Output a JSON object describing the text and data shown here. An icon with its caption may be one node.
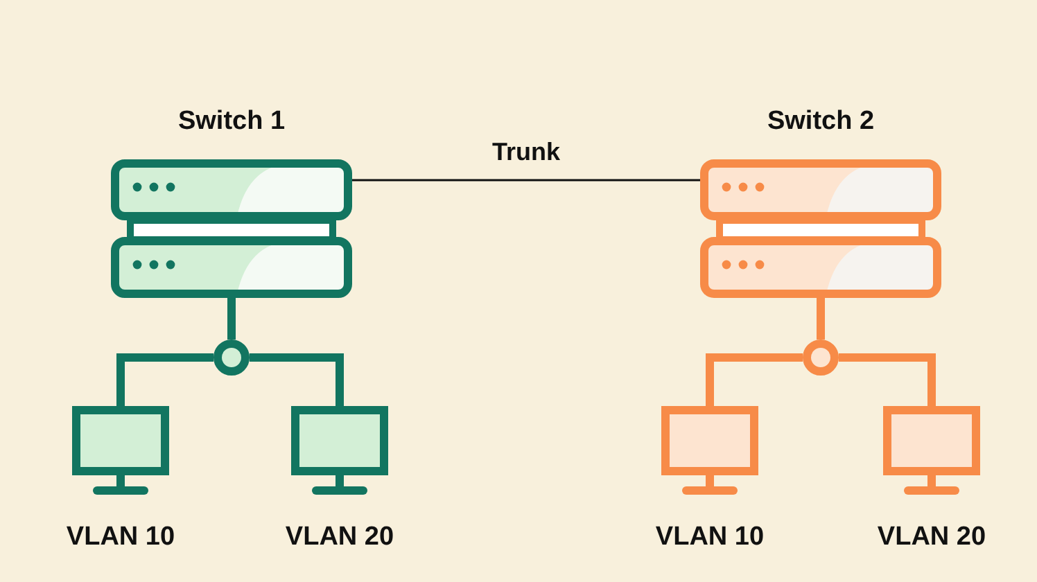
{
  "diagram": {
    "nodes": [
      {
        "text": [
          "Switch 1"
        ]
      },
      {
        "text": [
          "Switch 2"
        ]
      },
      {
        "text": [],
        "shape": "circle"
      },
      {
        "text": [
          "VLAN 10"
        ]
      },
      {
        "text": [
          "VLAN 20"
        ]
      },
      {
        "text": [],
        "shape": "circle"
      },
      {
        "text": [
          "VLAN 10"
        ]
      },
      {
        "text": [
          "VLAN 20"
        ]
      }
    ],
    "edges": [
      {
        "from": 0,
        "to": 1,
        "arrow": "none",
        "label": "Trunk",
        "color": "#111111"
      },
      {
        "from": 0,
        "to": 2,
        "arrow": "none",
        "color": "#127560"
      },
      {
        "from": 2,
        "to": 3,
        "arrow": "none",
        "color": "#127560"
      },
      {
        "from": 2,
        "to": 4,
        "arrow": "none",
        "color": "#127560"
      },
      {
        "from": 1,
        "to": 5,
        "arrow": "none",
        "color": "#f78b48"
      },
      {
        "from": 5,
        "to": 6,
        "arrow": "none",
        "color": "#f78b48"
      },
      {
        "from": 5,
        "to": 7,
        "arrow": "none",
        "color": "#f78b48"
      }
    ]
  }
}
